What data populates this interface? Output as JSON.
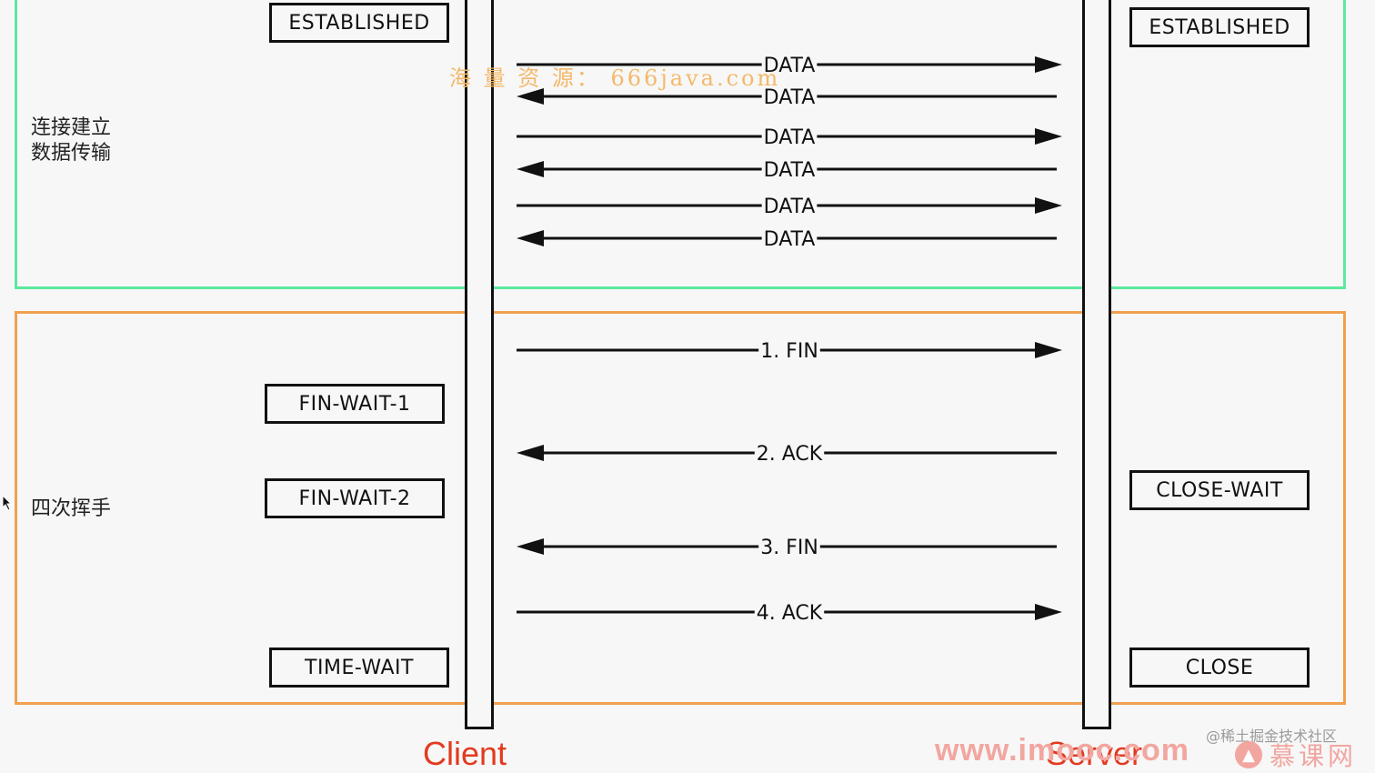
{
  "sections": [
    {
      "id": "data-transfer",
      "label": "连接建立\n数据传输",
      "color": "#5ce9a0"
    },
    {
      "id": "four-way-handshake",
      "label": "四次挥手",
      "color": "#f0a050"
    }
  ],
  "lifelines": {
    "client": {
      "label": "Client"
    },
    "server": {
      "label": "Server"
    }
  },
  "states": {
    "client_established": "ESTABLISHED",
    "server_established": "ESTABLISHED",
    "fin_wait_1": "FIN-WAIT-1",
    "fin_wait_2": "FIN-WAIT-2",
    "close_wait": "CLOSE-WAIT",
    "time_wait": "TIME-WAIT",
    "close": "CLOSE"
  },
  "messages": [
    {
      "label": "DATA",
      "direction": "to-server"
    },
    {
      "label": "DATA",
      "direction": "to-client"
    },
    {
      "label": "DATA",
      "direction": "to-server"
    },
    {
      "label": "DATA",
      "direction": "to-client"
    },
    {
      "label": "DATA",
      "direction": "to-server"
    },
    {
      "label": "DATA",
      "direction": "to-client"
    },
    {
      "label": "1. FIN",
      "direction": "to-server"
    },
    {
      "label": "2. ACK",
      "direction": "to-client"
    },
    {
      "label": "3. FIN",
      "direction": "to-client"
    },
    {
      "label": "4. ACK",
      "direction": "to-server"
    }
  ],
  "watermark": "海 量 资 源： 666java.com",
  "footer": {
    "site": "www.imooc.com",
    "credit": "@稀土掘金技术社区",
    "brand": "慕课网"
  },
  "colors": {
    "lifeline": "#111111",
    "arrow": "#111111",
    "label": "#e23a1f"
  }
}
